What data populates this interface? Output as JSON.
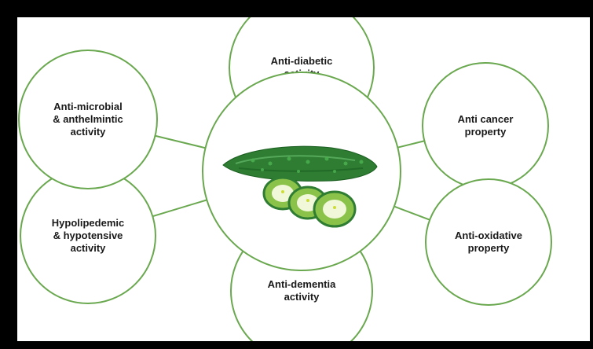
{
  "diagram": {
    "center": {
      "icon": "bitter-gourd-icon"
    },
    "nodes": [
      {
        "id": "anti-diabetic",
        "lines": [
          "Anti-diabetic",
          "activity"
        ]
      },
      {
        "id": "anti-cancer",
        "lines": [
          "Anti cancer",
          "property"
        ]
      },
      {
        "id": "anti-oxidative",
        "lines": [
          "Anti-oxidative",
          "property"
        ]
      },
      {
        "id": "anti-dementia",
        "lines": [
          "Anti-dementia",
          "activity"
        ]
      },
      {
        "id": "hypolipedemic",
        "lines": [
          "Hypolipedemic",
          "& hypotensive",
          "activity"
        ]
      },
      {
        "id": "anti-microbial",
        "lines": [
          "Anti-microbial",
          "& anthelmintic",
          "activity"
        ]
      }
    ],
    "colors": {
      "circle_stroke": "#6aa84f",
      "connector": "#6aa84f",
      "frame": "#000000",
      "gourd_dark": "#2e7d32",
      "gourd_light": "#8bc34a",
      "gourd_flesh": "#f1f8d9"
    }
  }
}
